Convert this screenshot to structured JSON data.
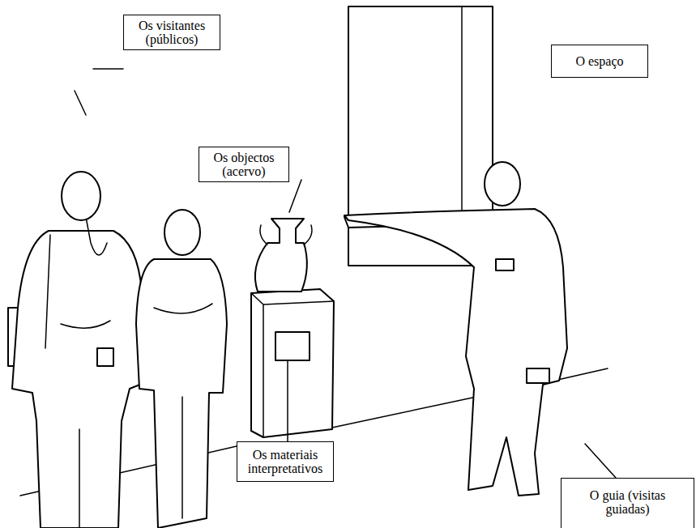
{
  "diagram": {
    "nodes": [
      {
        "text": [
          "Os visitantes (públicos)"
        ]
      },
      {
        "text": [
          "O espaço"
        ]
      },
      {
        "text": [
          "Os objectos (acervo)"
        ]
      },
      {
        "text": [
          "Os materiais interpretativos"
        ]
      },
      {
        "text": [
          "O guia (visitas guiadas)"
        ]
      }
    ],
    "edges": []
  }
}
